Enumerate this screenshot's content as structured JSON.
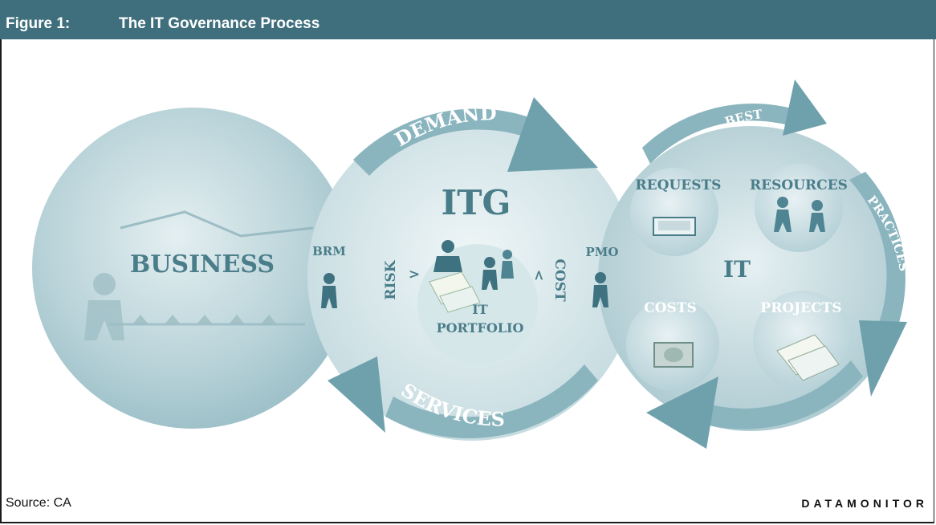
{
  "header": {
    "figure_number": "Figure 1:",
    "title": "The IT Governance Process"
  },
  "diagram": {
    "business_label": "BUSINESS",
    "brm_label": "BRM",
    "itg_label": "ITG",
    "demand_label": "DEMAND",
    "services_label": "SERVICES",
    "risk_label": "RISK",
    "cost_label": "COST",
    "risk_arrow": ">",
    "cost_arrow": "<",
    "it_portfolio_line1": "IT",
    "it_portfolio_line2": "PORTFOLIO",
    "pmo_label": "PMO",
    "it_label": "IT",
    "requests_label": "REQUESTS",
    "resources_label": "RESOURCES",
    "costs_label": "COSTS",
    "projects_label": "PROJECTS",
    "best_label": "BEST",
    "practices_label": "PRACTICES"
  },
  "footer": {
    "source": "Source: CA",
    "brand": "DATAMONITOR"
  },
  "colors": {
    "header_bg": "#3f6f7d",
    "text_dark": "#4a7d8a",
    "circle_light": "#cfe2e6",
    "arrow": "#7fadb8"
  }
}
